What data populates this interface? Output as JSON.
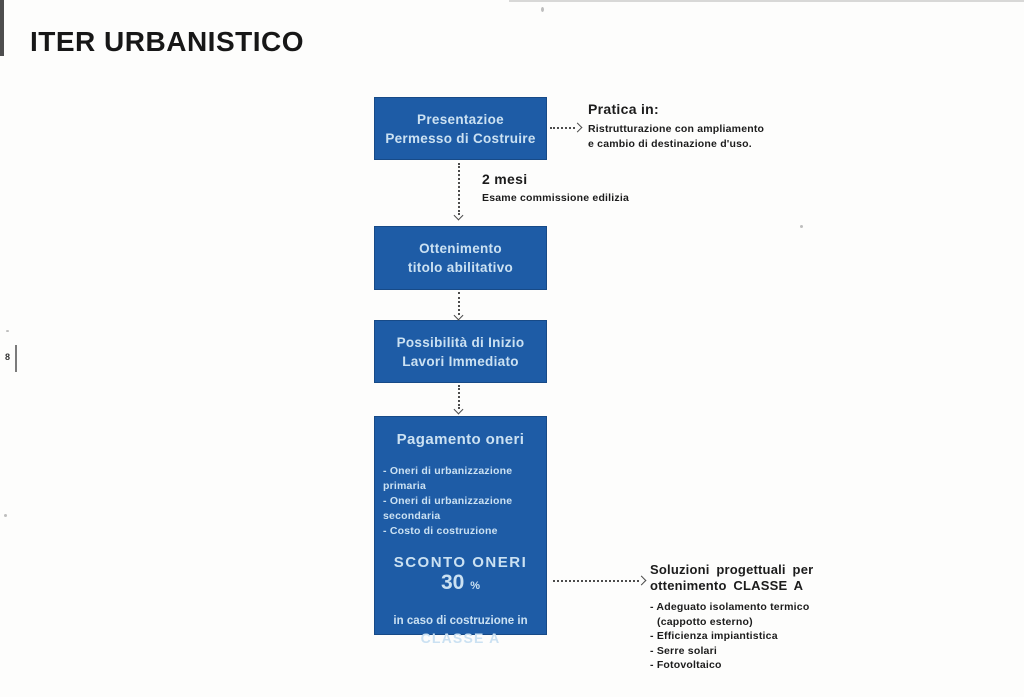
{
  "page": {
    "title": "ITER URBANISTICO",
    "page_number": "8"
  },
  "colors": {
    "box_blue": "#1e5ca6",
    "box_text": "#cbe1f2",
    "ink": "#1c1c1c"
  },
  "flow": {
    "box1": {
      "line1": "Presentazioe",
      "line2": "Permesso di Costruire"
    },
    "box2": {
      "line1": "Ottenimento",
      "line2": "titolo abilitativo"
    },
    "box3": {
      "line1": "Possibilità di Inizio",
      "line2": "Lavori Immediato"
    },
    "box4": {
      "title": "Pagamento oneri",
      "bullets": [
        "- Oneri di urbanizzazione primaria",
        "- Oneri di urbanizzazione secondaria",
        "- Costo di costruzione"
      ],
      "discount_label": "SCONTO ONERI",
      "discount_value": "30",
      "discount_unit": "%",
      "note_line1": "in caso di costruzione in",
      "note_line2": "CLASSE A"
    },
    "annotation_pratica": {
      "heading": "Pratica in:",
      "line1": "Ristrutturazione con ampliamento",
      "line2": "e cambio di destinazione d'uso."
    },
    "annotation_tempo": {
      "heading": "2 mesi",
      "subtext": "Esame commissione edilizia"
    },
    "annotation_soluzioni": {
      "heading_line1": "Soluzioni progettuali per",
      "heading_line2": "ottenimento CLASSE A",
      "bullets": [
        "- Adeguato isolamento termico",
        "(cappotto esterno)",
        "- Efficienza impiantistica",
        "- Serre solari",
        "- Fotovoltaico"
      ]
    }
  }
}
